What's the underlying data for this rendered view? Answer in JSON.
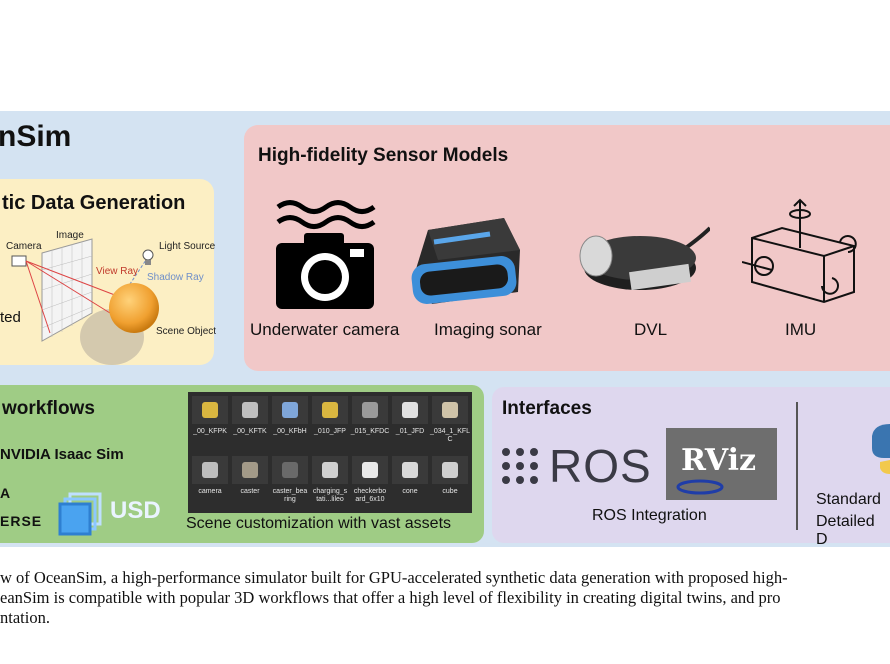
{
  "figure": {
    "title": "nSim",
    "synthetic": {
      "heading": "tic Data Generation",
      "labels": {
        "camera": "Camera",
        "image": "Image",
        "light_source": "Light Source",
        "view_ray": "View Ray",
        "shadow_ray": "Shadow Ray",
        "scene_object": "Scene Object",
        "fragment": "ted"
      }
    },
    "sensors": {
      "heading": "High-fidelity Sensor Models",
      "items": [
        "Underwater camera",
        "Imaging sonar",
        "DVL",
        "IMU"
      ]
    },
    "workflows": {
      "heading": "workflows",
      "isaac": "NVIDIA Isaac Sim",
      "omni_a": "A",
      "omni_erse": "ERSE",
      "usd": "USD",
      "assets": [
        "_00_KFPK",
        "_00_KFTK",
        "_00_KFbH",
        "_010_JFP",
        "_015_KFDC",
        "_01_JFD",
        "_034_1_KFL C",
        "camera",
        "caster",
        "caster_bea ring",
        "charging_s tati...lileo",
        "checkerbo ard_6x10",
        "cone",
        "cube"
      ],
      "caption": "Scene customization with vast assets"
    },
    "interfaces": {
      "heading": "Interfaces",
      "ros": "ROS",
      "rviz": "RViz",
      "ros_integration": "ROS Integration",
      "standard": "Standard",
      "detailed": "Detailed D"
    }
  },
  "caption": {
    "line1": "w of OceanSim, a high-performance simulator built for GPU-accelerated synthetic data generation with proposed high-",
    "line2": "eanSim is compatible with popular 3D workflows that offer a high level of flexibility in creating digital twins, and pro",
    "line3": "ntation."
  },
  "colors": {
    "background": "#d4e3f2",
    "synthetic_panel": "#fcefc4",
    "sensor_panel": "#f1c8c8",
    "workflow_panel": "#9fcc85",
    "interface_panel": "#ded7ee",
    "sonar_accent": "#3d8fd9"
  }
}
